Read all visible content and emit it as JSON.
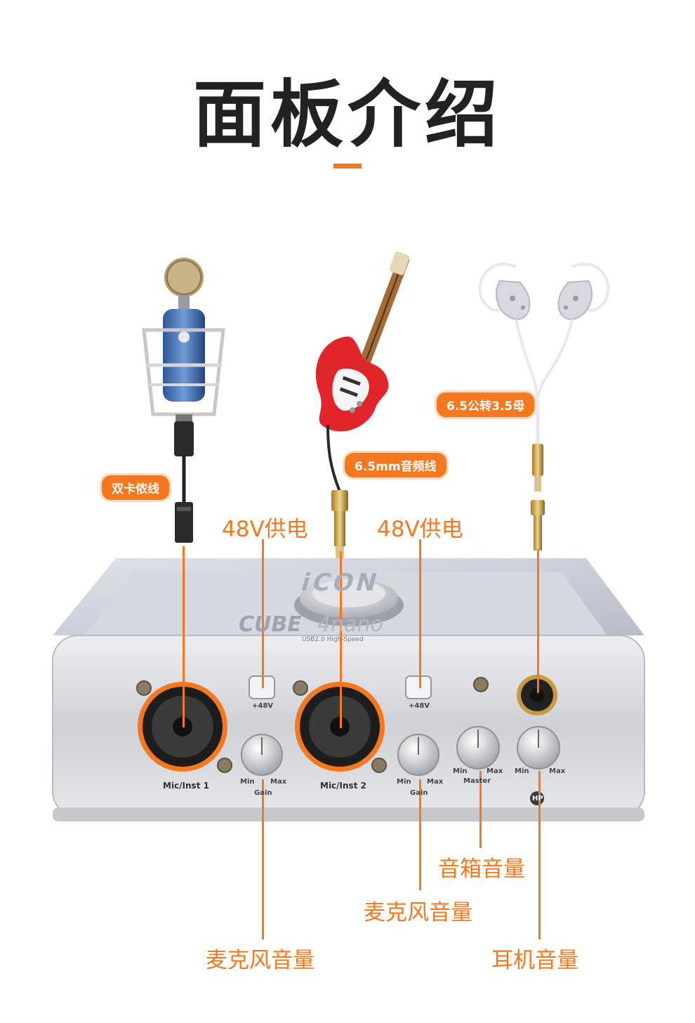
{
  "title": "面板介绍",
  "cables": {
    "xlr": "双卡侬线",
    "jack": "6.5mm音频线",
    "adapter": "6.5公转3.5母"
  },
  "callouts": {
    "phantom_left": "48V供电",
    "phantom_right": "48V供电",
    "mic_volume_left": "麦克风音量",
    "mic_volume_right": "麦克风音量",
    "speaker_volume": "音箱音量",
    "headphone_volume": "耳机音量"
  },
  "device": {
    "brand": "iCON",
    "model": "CUBE",
    "model_suffix": "4nano",
    "subtitle": "USB2.0 High-Speed",
    "input1_label": "Mic/Inst 1",
    "input2_label": "Mic/Inst 2",
    "phantom_button_label": "+48V",
    "gain_label": "Gain",
    "master_label": "Master",
    "hp_label": "HP",
    "min_label": "Min",
    "max_label": "Max"
  },
  "colors": {
    "accent": "#f5781e",
    "title": "#222222",
    "body_silver": "#d9dadf",
    "top_panel": "#c9ccd6"
  }
}
